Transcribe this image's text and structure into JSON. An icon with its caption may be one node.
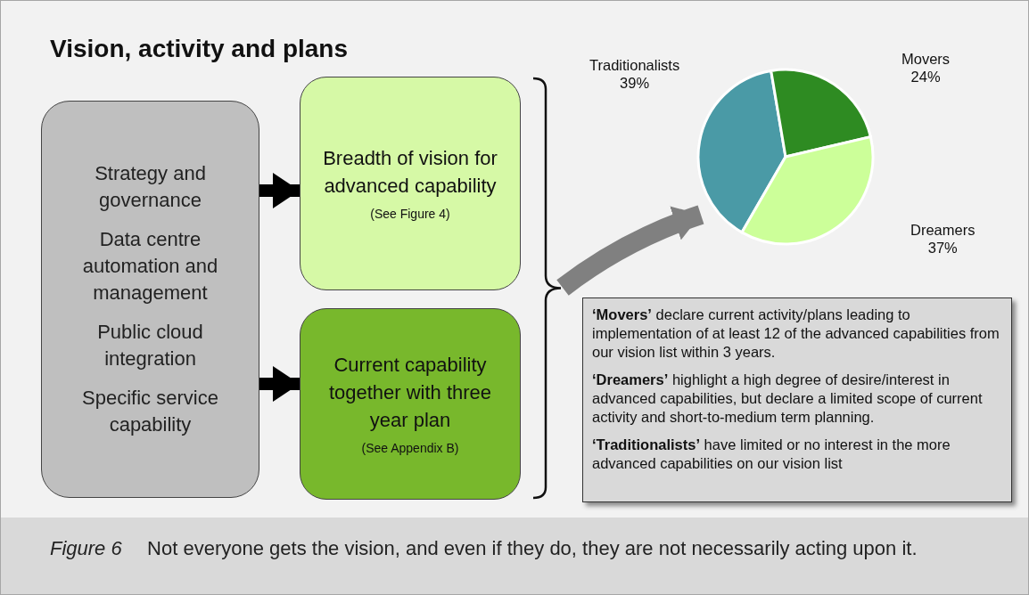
{
  "diagram": {
    "title": "Vision, activity and plans",
    "caption": "*Figure 6* Not everyone gets the vision, and even if they do, they are not necessarily acting upon it.",
    "nodes": [
      {
        "text": [
          "Strategy and governance",
          "Data centre automation and management",
          "Public cloud integration",
          "Specific service capability"
        ]
      },
      {
        "text": [
          "Breadth of vision for advanced capability",
          "(See Figure 4)"
        ]
      },
      {
        "text": [
          "Current capability together with three year plan",
          "(See Appendix B)"
        ]
      },
      {
        "text": [
          "**‘Movers’** declare current activity/plans leading to implementation of at least 12 of the advanced capabilities from our vision list within 3 years.",
          "**‘Dreamers’** highlight a high degree of desire/interest in advanced capabilities, but declare a limited scope of current activity and short-to-medium term planning.",
          "**‘Traditionalists’** have limited or no interest in the more advanced capabilities on our vision list"
        ]
      },
      {
        "text": [],
        "shape": "bracket"
      }
    ],
    "edges": [
      {
        "from": 0,
        "to": 1,
        "arrow": "to"
      },
      {
        "from": 0,
        "to": 2,
        "arrow": "to"
      },
      {
        "from": 4,
        "to": null,
        "arrow": "to",
        "color": "#808080"
      }
    ],
    "chart_data": {
      "type": "pie",
      "categories": [
        "Traditionalists",
        "Movers",
        "Dreamers"
      ],
      "values": [
        39,
        24,
        37
      ],
      "value_labels": [
        "39%",
        "24%",
        "37%"
      ]
    }
  }
}
